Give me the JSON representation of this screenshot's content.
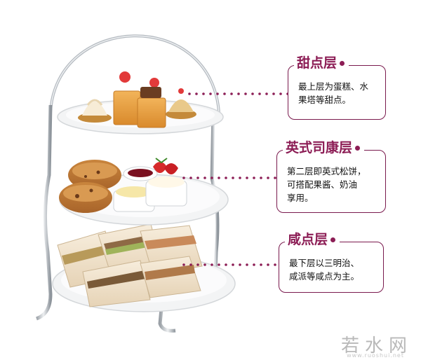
{
  "callouts": [
    {
      "title": "甜点层",
      "lines": [
        "最上层为蛋糕、水",
        "果塔等甜点。"
      ]
    },
    {
      "title": "英式司康层",
      "lines": [
        "第二层即英式松饼，",
        "可搭配果酱、奶油",
        "享用。"
      ]
    },
    {
      "title": "咸点层",
      "lines": [
        "最下层以三明治、",
        "咸派等咸点为主。"
      ]
    }
  ],
  "watermark": {
    "text": "若水网",
    "sub": "www.ruoshui.net"
  },
  "colors": {
    "accent": "#8c1d55",
    "border": "#7a1a4e",
    "stand": "#c9ccd0"
  }
}
